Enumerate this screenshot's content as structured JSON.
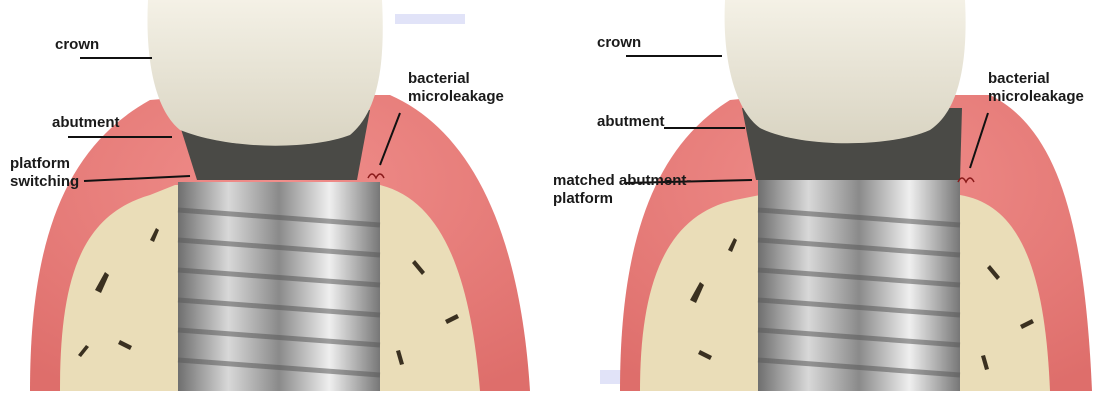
{
  "colors": {
    "gum": "#E9817F",
    "gum_dark": "#D76A68",
    "bone": "#EADDB8",
    "crown": "#EFEBDD",
    "abutment": "#4A4A46",
    "implant": "#A9A9A9",
    "label_text": "#1a1a1a",
    "leader_line": "#111111",
    "watermark": "#5A63D6"
  },
  "left_panel": {
    "labels": {
      "crown": "crown",
      "bacterial": "bacterial microleakage",
      "abutment": "abutment",
      "platform": "platform switching"
    }
  },
  "right_panel": {
    "labels": {
      "crown": "crown",
      "bacterial": "bacterial microleakage",
      "abutment": "abutment",
      "platform": "matched abutment-platform"
    }
  },
  "icons": [
    "crown-illustration",
    "abutment-illustration",
    "implant-screw-illustration",
    "gum-illustration",
    "bone-illustration"
  ]
}
